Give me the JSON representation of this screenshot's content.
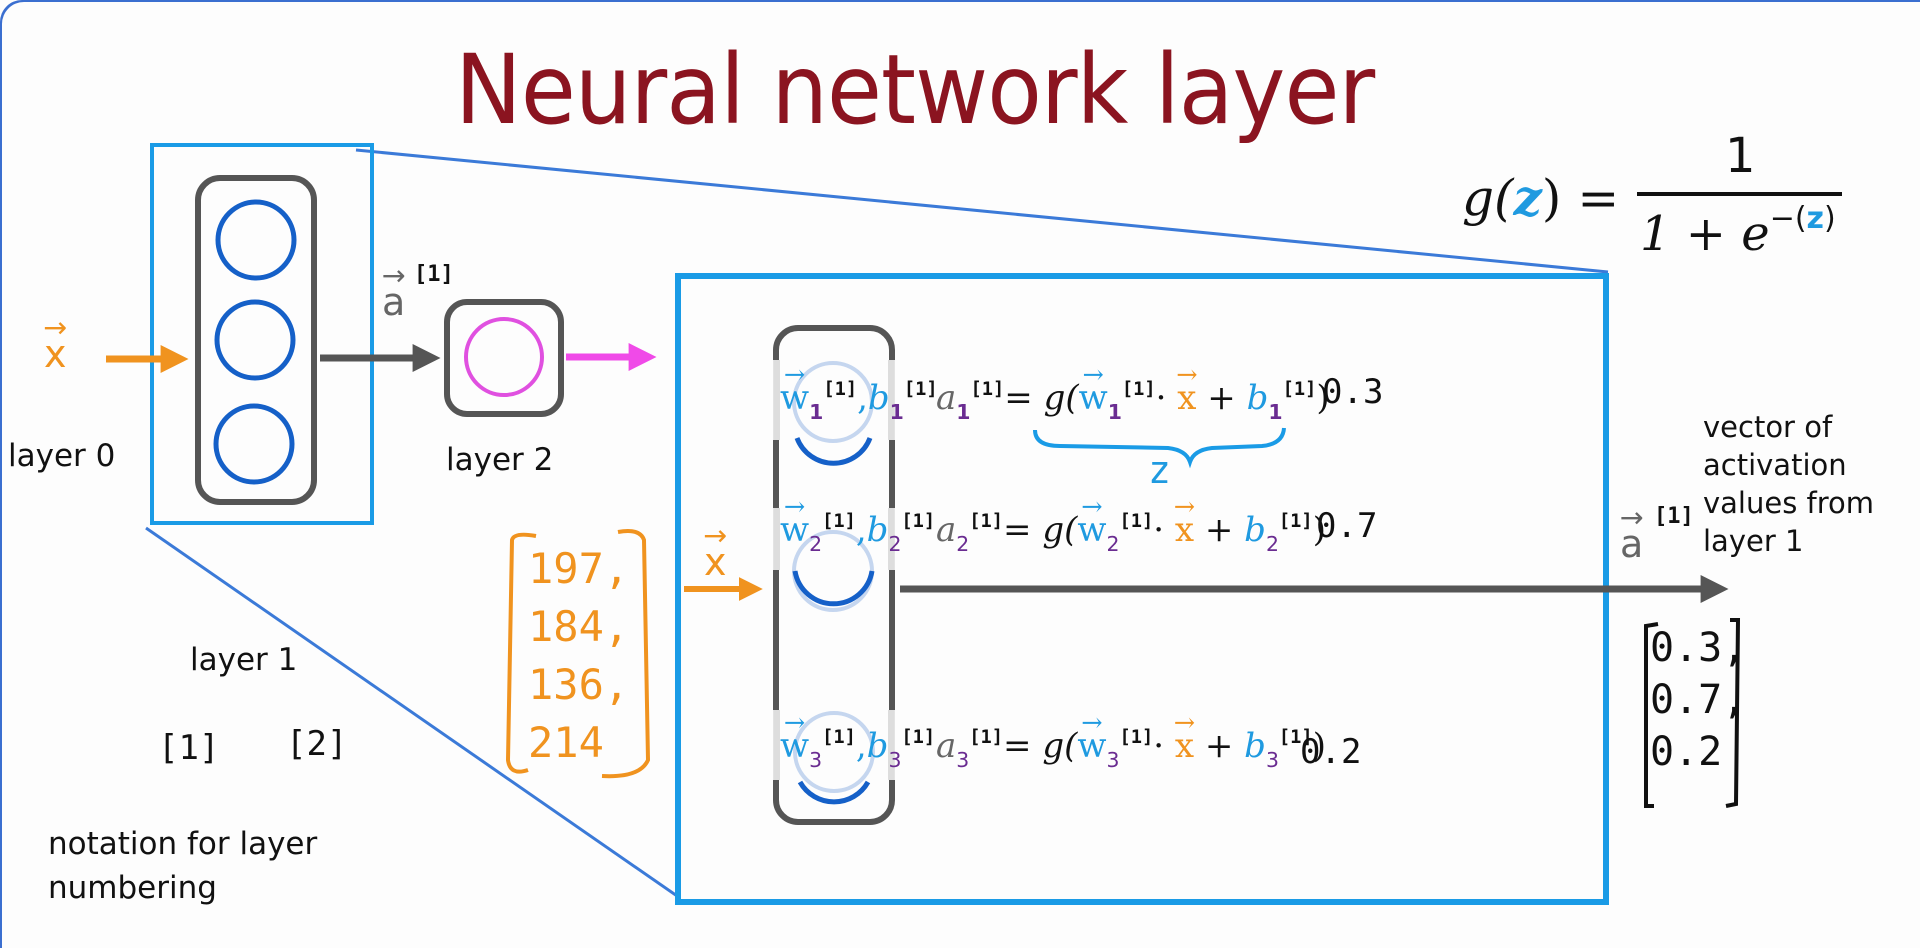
{
  "title": "Neural network layer",
  "sigmoid": {
    "lhs_fn": "g(",
    "lhs_var": "z",
    "lhs_close": ") =",
    "numerator": "1",
    "denominator_prefix": "1 + e",
    "exp_prefix": "−(",
    "exp_var": "z",
    "exp_suffix": ")"
  },
  "left_diagram": {
    "input_label": "x",
    "layer0_label": "layer 0",
    "layer1_label": "layer 1",
    "layer2_label": "layer 2",
    "activation_label": "a",
    "activation_superscript": "[1]",
    "notation_examples": [
      "[1]",
      "[2]"
    ],
    "notation_caption": "notation for layer numbering",
    "colors": {
      "input": "#f0931f",
      "layer1_nodes": "#1560c8",
      "layer2_node": "#e050e0",
      "highlight_box": "#1a9be6",
      "edges": "#555555"
    }
  },
  "zoomed_layer": {
    "input_label": "x",
    "input_values": [
      "197,",
      "184,",
      "136,",
      "214"
    ],
    "units": [
      {
        "w": "w",
        "b": "b",
        "index": "1",
        "sup": "[1]",
        "a": "a",
        "g": "g(",
        "dot": "·",
        "x": "x",
        "plus": "+",
        "close": ")",
        "output": "0.3"
      },
      {
        "w": "w",
        "b": "b",
        "index": "2",
        "sup": "[1]",
        "a": "a",
        "g": "g(",
        "dot": "·",
        "x": "x",
        "plus": "+",
        "close": ")",
        "output": "0.7"
      },
      {
        "w": "w",
        "b": "b",
        "index": "3",
        "sup": "[1]",
        "a": "a",
        "g": "g(",
        "dot": "·",
        "x": "x",
        "plus": "+",
        "close": ")",
        "output": "0.2"
      }
    ],
    "z_brace_label": "z",
    "output_label": "a",
    "output_superscript": "[1]",
    "output_caption": "vector of activation values from layer 1",
    "output_values": [
      "0.3,",
      "0.7,",
      "0.2"
    ]
  }
}
